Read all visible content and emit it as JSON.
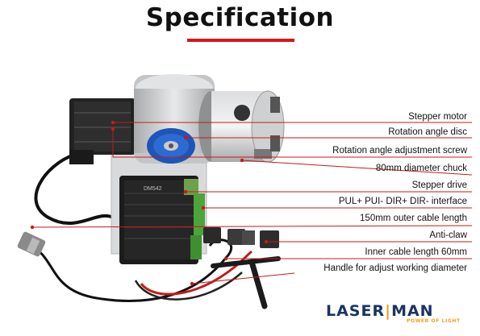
{
  "title": "Specification",
  "callouts": [
    "Stepper motor",
    "Rotation angle disc",
    "Rotation angle adjustment screw",
    "80mm diameter chuck",
    "Stepper drive",
    "PUL+ PUI- DIR+ DIR- interface",
    "150mm outer cable length",
    "Anti-claw",
    "Inner cable length 60mm",
    "Handle for adjust working diameter"
  ],
  "drive_label": "DM542",
  "logo": {
    "left": "LASER",
    "mid": "|",
    "right": "MAN",
    "tagline": "POWER OF LIGHT"
  },
  "colors": {
    "accent": "#d9151b",
    "logo_blue": "#1a3463",
    "logo_orange": "#f0a020"
  }
}
